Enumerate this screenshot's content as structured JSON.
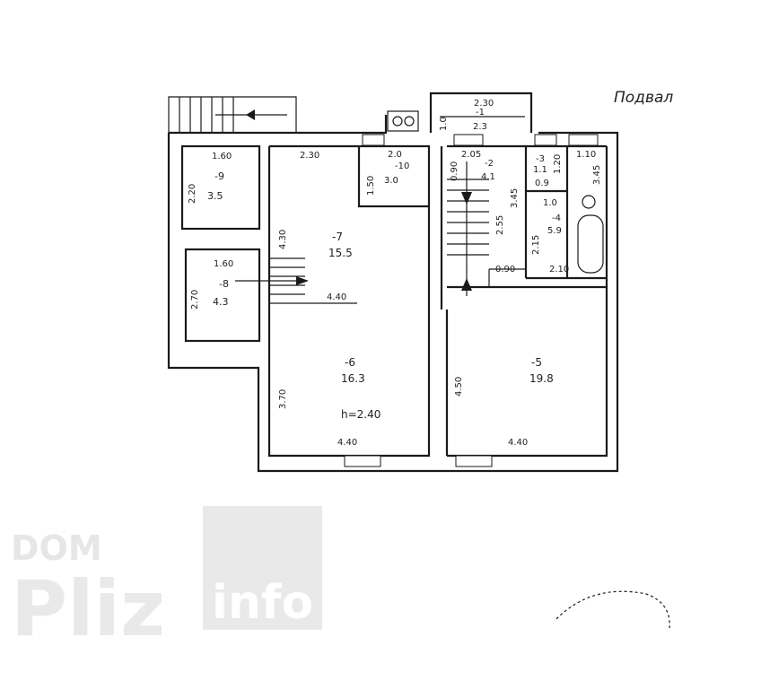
{
  "floor_label": "Подвал",
  "height_note": "h=2.40",
  "rooms": [
    {
      "id": "room-1",
      "number": "-1",
      "area": "2.3"
    },
    {
      "id": "room-2",
      "number": "-2",
      "area": "4.1"
    },
    {
      "id": "room-3",
      "number": "-3",
      "area": "1.1"
    },
    {
      "id": "room-4",
      "number": "-4",
      "area": "5.9"
    },
    {
      "id": "room-5",
      "number": "-5",
      "area": "19.8"
    },
    {
      "id": "room-6",
      "number": "-6",
      "area": "16.3"
    },
    {
      "id": "room-7",
      "number": "-7",
      "area": "15.5"
    },
    {
      "id": "room-8",
      "number": "-8",
      "area": "4.3"
    },
    {
      "id": "room-9",
      "number": "-9",
      "area": "3.5"
    },
    {
      "id": "room-10",
      "number": "-10",
      "area": "3.0"
    }
  ],
  "dimensions": {
    "r1_w": "2.30",
    "r1_h": "1.0",
    "r9_w": "1.60",
    "r9_h": "2.20",
    "r8_w": "1.60",
    "r8_h": "2.70",
    "r7_w": "2.30",
    "r7_h": "4.30",
    "r7_mid": "4.40",
    "r10_w": "2.0",
    "r10_h": "1.50",
    "r2_w": "2.05",
    "r2_h": "0.90",
    "r3_h": "1.20",
    "r3_w": "0.9",
    "r_right_w": "1.10",
    "r_right_h": "3.45",
    "r2_depth": "3.45",
    "r4_w": "1.0",
    "stair_h": "2.55",
    "r4_h": "2.15",
    "landing_w": "0.90",
    "r4_bottom": "2.10",
    "r6_h": "3.70",
    "r6_w": "4.40",
    "r5_h": "4.50",
    "r5_w": "4.40"
  },
  "watermark": {
    "line1": "DOM",
    "line2": "Pliz",
    "line3": "info"
  }
}
